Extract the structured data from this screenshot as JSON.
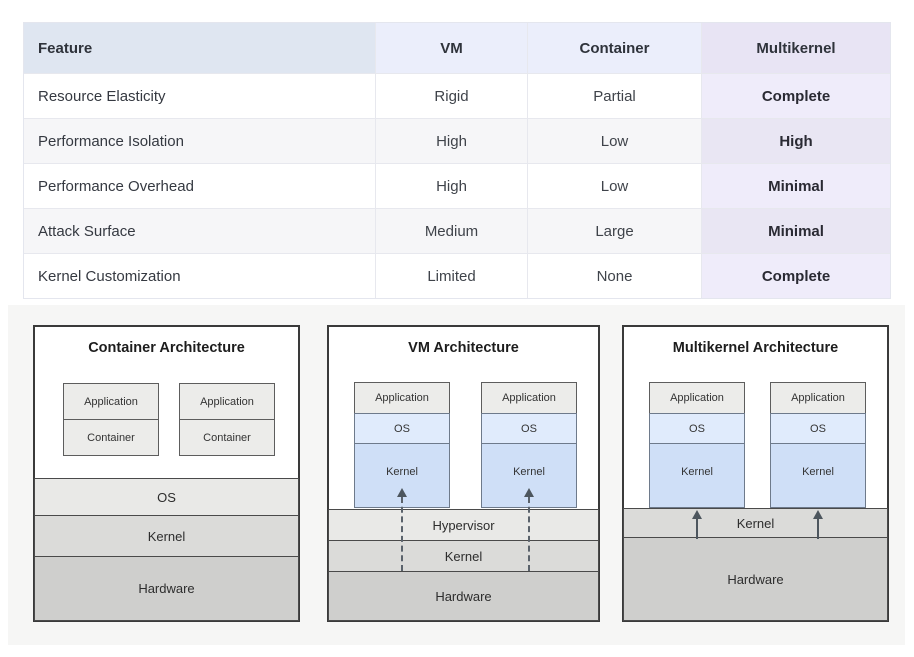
{
  "table": {
    "columns": [
      "Feature",
      "VM",
      "Container",
      "Multikernel"
    ],
    "rows": [
      {
        "feature": "Resource Elasticity",
        "vm": "Rigid",
        "container": "Partial",
        "multikernel": "Complete"
      },
      {
        "feature": "Performance Isolation",
        "vm": "High",
        "container": "Low",
        "multikernel": "High"
      },
      {
        "feature": "Performance Overhead",
        "vm": "High",
        "container": "Low",
        "multikernel": "Minimal"
      },
      {
        "feature": "Attack Surface",
        "vm": "Medium",
        "container": "Large",
        "multikernel": "Minimal"
      },
      {
        "feature": "Kernel Customization",
        "vm": "Limited",
        "container": "None",
        "multikernel": "Complete"
      }
    ]
  },
  "diagrams": {
    "container": {
      "title": "Container Architecture",
      "stack": [
        "Application",
        "Container"
      ],
      "layers": [
        "OS",
        "Kernel",
        "Hardware"
      ]
    },
    "vm": {
      "title": "VM Architecture",
      "stack": [
        "Application",
        "OS",
        "Kernel"
      ],
      "layers": [
        "Hypervisor",
        "Kernel",
        "Hardware"
      ],
      "arrow_style": "dashed"
    },
    "multikernel": {
      "title": "Multikernel Architecture",
      "stack": [
        "Application",
        "OS",
        "Kernel"
      ],
      "layers": [
        "Kernel",
        "Hardware"
      ],
      "arrow_style": "solid"
    }
  },
  "colors": {
    "header_feature_bg": "#dfe6f1",
    "header_mid_bg": "#ebeefb",
    "header_multikernel_bg": "#e8e4f4",
    "multikernel_col_odd_bg": "#efecfa",
    "multikernel_col_even_bg": "#e9e6f3",
    "row_alt_bg": "#f6f6f8",
    "panel_bg": "#f6f6f5",
    "app_box_bg": "#ececea",
    "os_box_bg": "#e0ebfc",
    "kernel_box_bg": "#cfdff7",
    "layer_light_bg": "#e9e9e7",
    "layer_mid_bg": "#dbdbd9",
    "hardware_bg": "#cfcfcd"
  }
}
